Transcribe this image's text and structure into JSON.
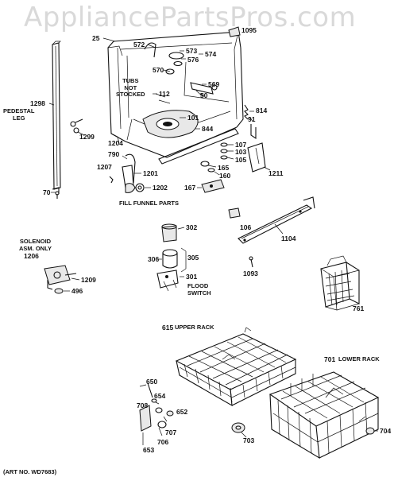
{
  "watermark": "AppliancePartsPros.com",
  "art_number": "(ART NO. WD7683)",
  "captions": {
    "tubs_not_stocked": [
      "TUBS",
      "NOT",
      "STOCKED"
    ],
    "pedestal_leg": [
      "PEDESTAL",
      "LEG"
    ],
    "fill_funnel_parts": "FILL FUNNEL PARTS",
    "solenoid": [
      "SOLENOID",
      "ASM. ONLY"
    ],
    "flood_switch": [
      "FLOOD",
      "SWITCH"
    ],
    "upper_rack": "UPPER RACK",
    "lower_rack": "LOWER RACK"
  },
  "parts": {
    "p25": "25",
    "p1095": "1095",
    "p572": "572",
    "p573": "573",
    "p576": "576",
    "p574": "574",
    "p570": "570",
    "p569": "569",
    "p50": "50",
    "p112": "112",
    "p814": "814",
    "p101": "101",
    "p844": "844",
    "p91": "91",
    "p1298": "1298",
    "p1299": "1299",
    "p1204": "1204",
    "p790": "790",
    "p107": "107",
    "p103": "103",
    "p105": "105",
    "p165": "165",
    "p160": "160",
    "p1207": "1207",
    "p1201": "1201",
    "p1202": "1202",
    "p1211": "1211",
    "p167": "167",
    "p70": "70",
    "p302": "302",
    "p106": "106",
    "p1104": "1104",
    "p1206": "1206",
    "p306": "306",
    "p305": "305",
    "p301": "301",
    "p1209": "1209",
    "p1093": "1093",
    "p496": "496",
    "p761": "761",
    "p615": "615",
    "p701": "701",
    "p650": "650",
    "p654": "654",
    "p708": "708",
    "p652": "652",
    "p707": "707",
    "p706": "706",
    "p703": "703",
    "p704": "704",
    "p653": "653"
  }
}
